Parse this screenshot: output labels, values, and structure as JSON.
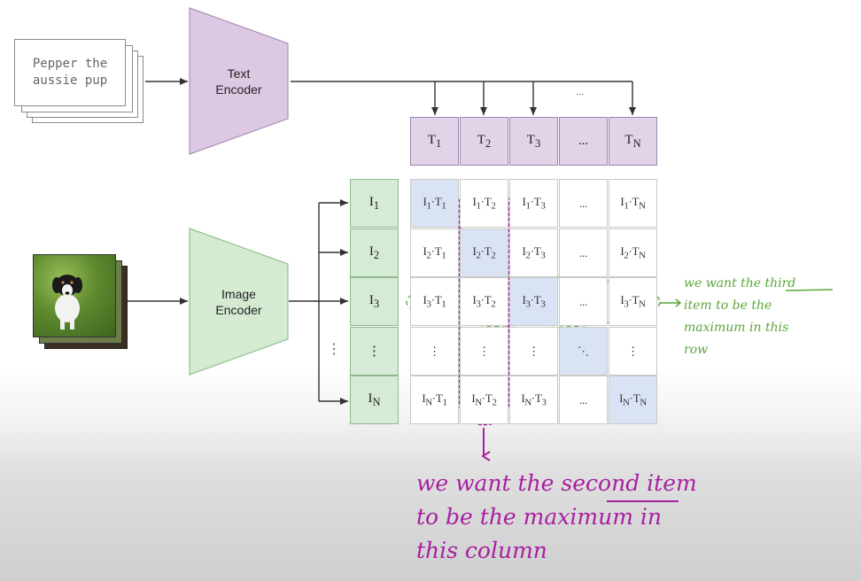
{
  "text_input": {
    "line1": "Pepper the",
    "line2": "aussie pup"
  },
  "text_encoder": {
    "line1": "Text",
    "line2": "Encoder"
  },
  "image_encoder": {
    "line1": "Image",
    "line2": "Encoder"
  },
  "ellipsis": "...",
  "vdots": "⋮",
  "ddots": "⋱",
  "text_tokens": [
    "T1",
    "T2",
    "T3",
    "...",
    "TN"
  ],
  "image_tokens": [
    "I1",
    "I2",
    "I3",
    "⋮",
    "IN"
  ],
  "matrix": [
    [
      "I1·T1",
      "I1·T2",
      "I1·T3",
      "...",
      "I1·TN"
    ],
    [
      "I2·T1",
      "I2·T2",
      "I2·T3",
      "...",
      "I2·TN"
    ],
    [
      "I3·T1",
      "I3·T2",
      "I3·T3",
      "...",
      "I3·TN"
    ],
    [
      "⋮",
      "⋮",
      "⋮",
      "⋱",
      "⋮"
    ],
    [
      "IN·T1",
      "IN·T2",
      "IN·T3",
      "...",
      "IN·TN"
    ]
  ],
  "annotations": {
    "row_note": [
      "we want the third",
      "item to be the",
      "maximum in this",
      "row"
    ],
    "column_note": [
      "we want the second item",
      "to be the maximum in",
      "this column"
    ]
  },
  "colors": {
    "text_encoder": "#ddc8e3",
    "image_encoder": "#d4ebd2",
    "diagonal": "#d9e3f3",
    "annotation_purple": "#a81fa0",
    "annotation_green": "#5aa63a"
  }
}
